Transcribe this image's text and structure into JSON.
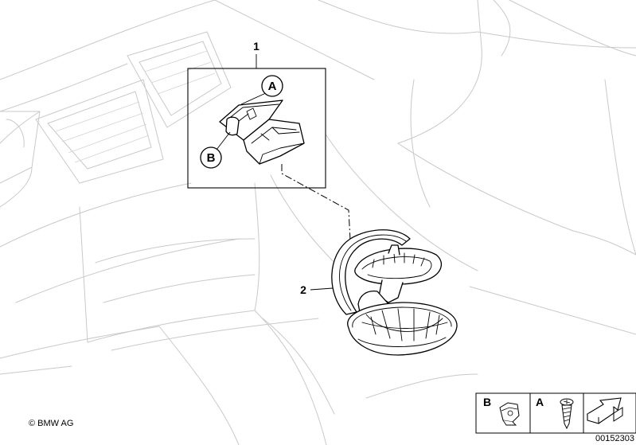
{
  "callouts": {
    "part_1": "1",
    "part_2": "2",
    "detail_a": "A",
    "detail_b": "B"
  },
  "legend": {
    "b_label": "B",
    "a_label": "A"
  },
  "footer": {
    "copyright": "© BMW AG",
    "diagram_number": "00152303"
  },
  "icons": [
    "clip-nut-icon",
    "screw-icon",
    "arrow-icon"
  ]
}
